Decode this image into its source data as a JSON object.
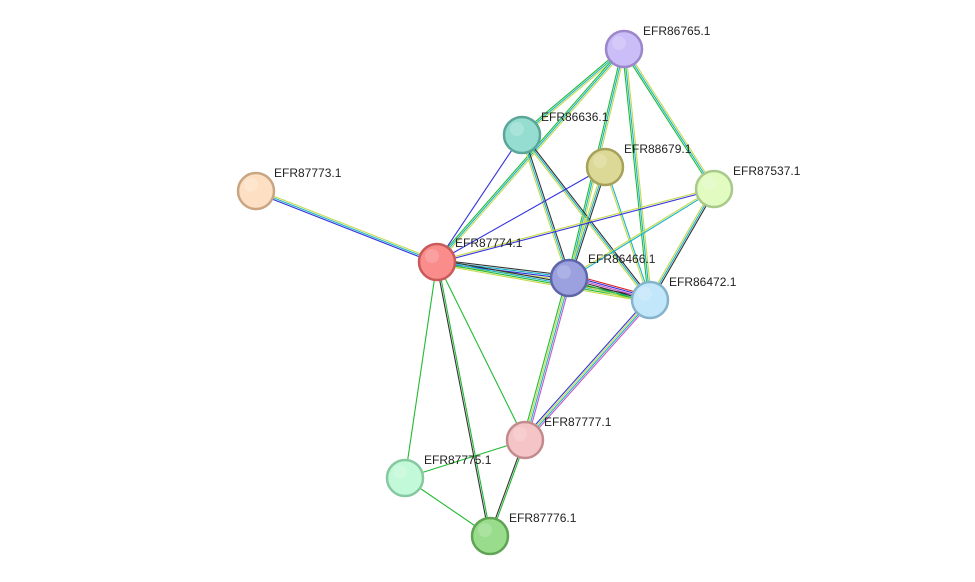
{
  "nodes": [
    {
      "id": "EFR86765.1",
      "label": "EFR86765.1",
      "color": "#cbbdf7",
      "stroke": "#9b87c9"
    },
    {
      "id": "EFR86636.1",
      "label": "EFR86636.1",
      "color": "#96ddd1",
      "stroke": "#5aa698"
    },
    {
      "id": "EFR88679.1",
      "label": "EFR88679.1",
      "color": "#dcd896",
      "stroke": "#a6a25a"
    },
    {
      "id": "EFR87537.1",
      "label": "EFR87537.1",
      "color": "#e1fbc1",
      "stroke": "#a9c98a"
    },
    {
      "id": "EFR87773.1",
      "label": "EFR87773.1",
      "color": "#fde0c4",
      "stroke": "#c9a582"
    },
    {
      "id": "EFR87774.1",
      "label": "EFR87774.1",
      "color": "#fa8c8c",
      "stroke": "#c95a5a"
    },
    {
      "id": "EFR86466.1",
      "label": "EFR86466.1",
      "color": "#9ba1df",
      "stroke": "#5f66a8"
    },
    {
      "id": "EFR86472.1",
      "label": "EFR86472.1",
      "color": "#c2e6fa",
      "stroke": "#85b3cc"
    },
    {
      "id": "EFR87777.1",
      "label": "EFR87777.1",
      "color": "#f5c4c6",
      "stroke": "#c28c8f"
    },
    {
      "id": "EFR87775.1",
      "label": "EFR87775.1",
      "color": "#c2f9d8",
      "stroke": "#86c9a0"
    },
    {
      "id": "EFR87776.1",
      "label": "EFR87776.1",
      "color": "#98dc8c",
      "stroke": "#5fa452"
    }
  ],
  "evidence_colors": {
    "text_mining": "#c6d94a",
    "coexpression": "#333333",
    "database": "#19b3c9",
    "neighborhood": "#22bb33",
    "experimental": "#cc55cc",
    "homology": "#3333dd",
    "gene_fusion": "#dd2222"
  },
  "edges": [
    {
      "source": "EFR87773.1",
      "target": "EFR87774.1",
      "types": [
        "text_mining",
        "database",
        "homology"
      ]
    },
    {
      "source": "EFR86765.1",
      "target": "EFR86636.1",
      "types": [
        "text_mining",
        "database",
        "neighborhood"
      ]
    },
    {
      "source": "EFR86765.1",
      "target": "EFR86466.1",
      "types": [
        "text_mining",
        "database",
        "neighborhood"
      ]
    },
    {
      "source": "EFR86765.1",
      "target": "EFR86472.1",
      "types": [
        "text_mining",
        "database",
        "neighborhood"
      ]
    },
    {
      "source": "EFR86765.1",
      "target": "EFR87537.1",
      "types": [
        "text_mining",
        "database",
        "neighborhood"
      ]
    },
    {
      "source": "EFR86765.1",
      "target": "EFR87774.1",
      "types": [
        "text_mining",
        "database",
        "neighborhood"
      ]
    },
    {
      "source": "EFR86636.1",
      "target": "EFR87774.1",
      "types": [
        "homology"
      ]
    },
    {
      "source": "EFR86636.1",
      "target": "EFR86466.1",
      "types": [
        "coexpression",
        "database",
        "text_mining"
      ]
    },
    {
      "source": "EFR86636.1",
      "target": "EFR86472.1",
      "types": [
        "coexpression",
        "database",
        "text_mining"
      ]
    },
    {
      "source": "EFR88679.1",
      "target": "EFR87774.1",
      "types": [
        "homology"
      ]
    },
    {
      "source": "EFR88679.1",
      "target": "EFR86466.1",
      "types": [
        "coexpression",
        "database",
        "text_mining"
      ]
    },
    {
      "source": "EFR88679.1",
      "target": "EFR86472.1",
      "types": [
        "database",
        "text_mining"
      ]
    },
    {
      "source": "EFR87537.1",
      "target": "EFR87774.1",
      "types": [
        "homology",
        "text_mining"
      ]
    },
    {
      "source": "EFR87537.1",
      "target": "EFR86466.1",
      "types": [
        "database",
        "text_mining"
      ]
    },
    {
      "source": "EFR87537.1",
      "target": "EFR86472.1",
      "types": [
        "coexpression",
        "database",
        "text_mining"
      ]
    },
    {
      "source": "EFR87774.1",
      "target": "EFR86466.1",
      "types": [
        "coexpression",
        "database",
        "homology",
        "text_mining"
      ]
    },
    {
      "source": "EFR87774.1",
      "target": "EFR86472.1",
      "types": [
        "coexpression",
        "database",
        "neighborhood",
        "text_mining"
      ]
    },
    {
      "source": "EFR86466.1",
      "target": "EFR86472.1",
      "types": [
        "gene_fusion",
        "homology",
        "experimental",
        "coexpression",
        "neighborhood",
        "text_mining"
      ]
    },
    {
      "source": "EFR87774.1",
      "target": "EFR87775.1",
      "types": [
        "neighborhood"
      ]
    },
    {
      "source": "EFR87774.1",
      "target": "EFR87777.1",
      "types": [
        "neighborhood"
      ]
    },
    {
      "source": "EFR87774.1",
      "target": "EFR87776.1",
      "types": [
        "neighborhood",
        "coexpression"
      ]
    },
    {
      "source": "EFR86466.1",
      "target": "EFR87777.1",
      "types": [
        "experimental",
        "database",
        "text_mining",
        "neighborhood"
      ]
    },
    {
      "source": "EFR86472.1",
      "target": "EFR87777.1",
      "types": [
        "experimental",
        "database",
        "text_mining",
        "homology"
      ]
    },
    {
      "source": "EFR87777.1",
      "target": "EFR87775.1",
      "types": [
        "neighborhood"
      ]
    },
    {
      "source": "EFR87777.1",
      "target": "EFR87776.1",
      "types": [
        "neighborhood",
        "coexpression"
      ]
    },
    {
      "source": "EFR87775.1",
      "target": "EFR87776.1",
      "types": [
        "neighborhood"
      ]
    }
  ]
}
